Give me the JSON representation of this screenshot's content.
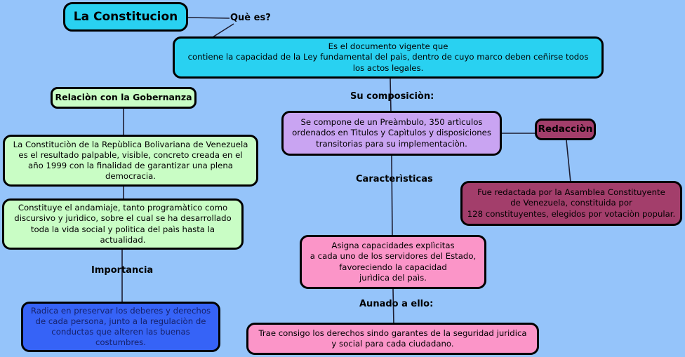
{
  "palette": {
    "background": "#95c4fa",
    "cyan": "#29d1f1",
    "green": "#c9fdc5",
    "purple": "#c9a4f2",
    "pink": "#fb95c8",
    "blue": "#3663f7",
    "blue_text": "#16226b",
    "maroon": "#a33e6b",
    "line": "#1c1c30"
  },
  "nodes": {
    "title": {
      "label": "La Constitucion"
    },
    "definition": {
      "text": "Es el documento vigente que\ncontiene la capacidad de la Ley fundamental del paìs, dentro de cuyo marco deben ceñirse todos\nlos actos legales."
    },
    "gobernanza_header": {
      "label": "Relaciòn con la Gobernanza"
    },
    "gobernanza_1": {
      "text": "La Constituciòn de la Repùblica Bolivariana de Venezuela\nes el resultado palpable, visible, concreto creada en el\naño 1999 con la finalidad de garantizar una plena\ndemocracia."
    },
    "gobernanza_2": {
      "text": "Constituye el andamiaje, tanto programàtico como\ndiscursivo y jurìdico, sobre el cual se ha desarrollado\ntoda la vida social y polìtica del paìs hasta la\nactualidad."
    },
    "importancia_detail": {
      "text": "Radica en preservar los deberes y derechos\nde cada persona, junto a la regulaciòn de\nconductas que alteren las buenas\ncostumbres."
    },
    "composicion_detail": {
      "text": "Se compone de un Preàmbulo, 350 artìculos\nordenados en Tìtulos y Capìtulos y disposiciones\ntransitorias para su implementaciòn."
    },
    "redaccion_header": {
      "label": "Redacciòn"
    },
    "redaccion_detail": {
      "text": "Fue redactada por la Asamblea Constituyente\nde Venezuela, constituida por\n128 constituyentes, elegidos por votaciòn popular."
    },
    "caracteristicas_detail": {
      "text": "Asigna capacidades explìcitas\na cada uno de los servidores del Estado,\nfavoreciendo la capacidad\njurìdica del paìs."
    },
    "derechos_detail": {
      "text": "Trae consigo los derechos sindo garantes de la seguridad juridica\ny social para cada ciudadano."
    }
  },
  "linking_phrases": {
    "que_es": "Què es?",
    "su_composicion": "Su composiciòn:",
    "caracteristicas": "Caracterìsticas",
    "aunado_a_ello": "Aunado a ello:",
    "importancia": "Importancia"
  }
}
